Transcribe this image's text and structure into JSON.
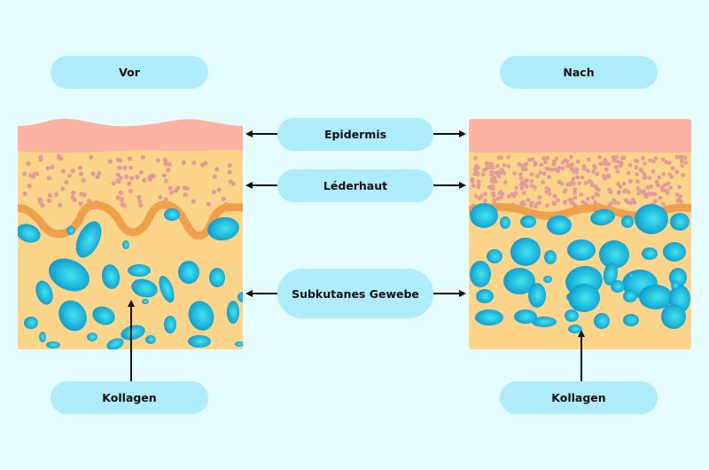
{
  "headers": {
    "before": "Vor",
    "after": "Nach"
  },
  "layers": {
    "epidermis": "Epidermis",
    "dermis": "Léderhaut",
    "subcutaneous": "Subkutanes Gewebe"
  },
  "collagen": {
    "before": "Kollagen",
    "after": "Kollagen"
  },
  "colors": {
    "background": "#e6fdff",
    "label_fill": "#aeebfb",
    "epidermis": "#fdb3a1",
    "dermis": "#fcd58a",
    "dermis_dots": "#e39a9a",
    "boundary": "#f0a04a",
    "fat_cells": "#1fb8da",
    "arrows": "#111111"
  }
}
